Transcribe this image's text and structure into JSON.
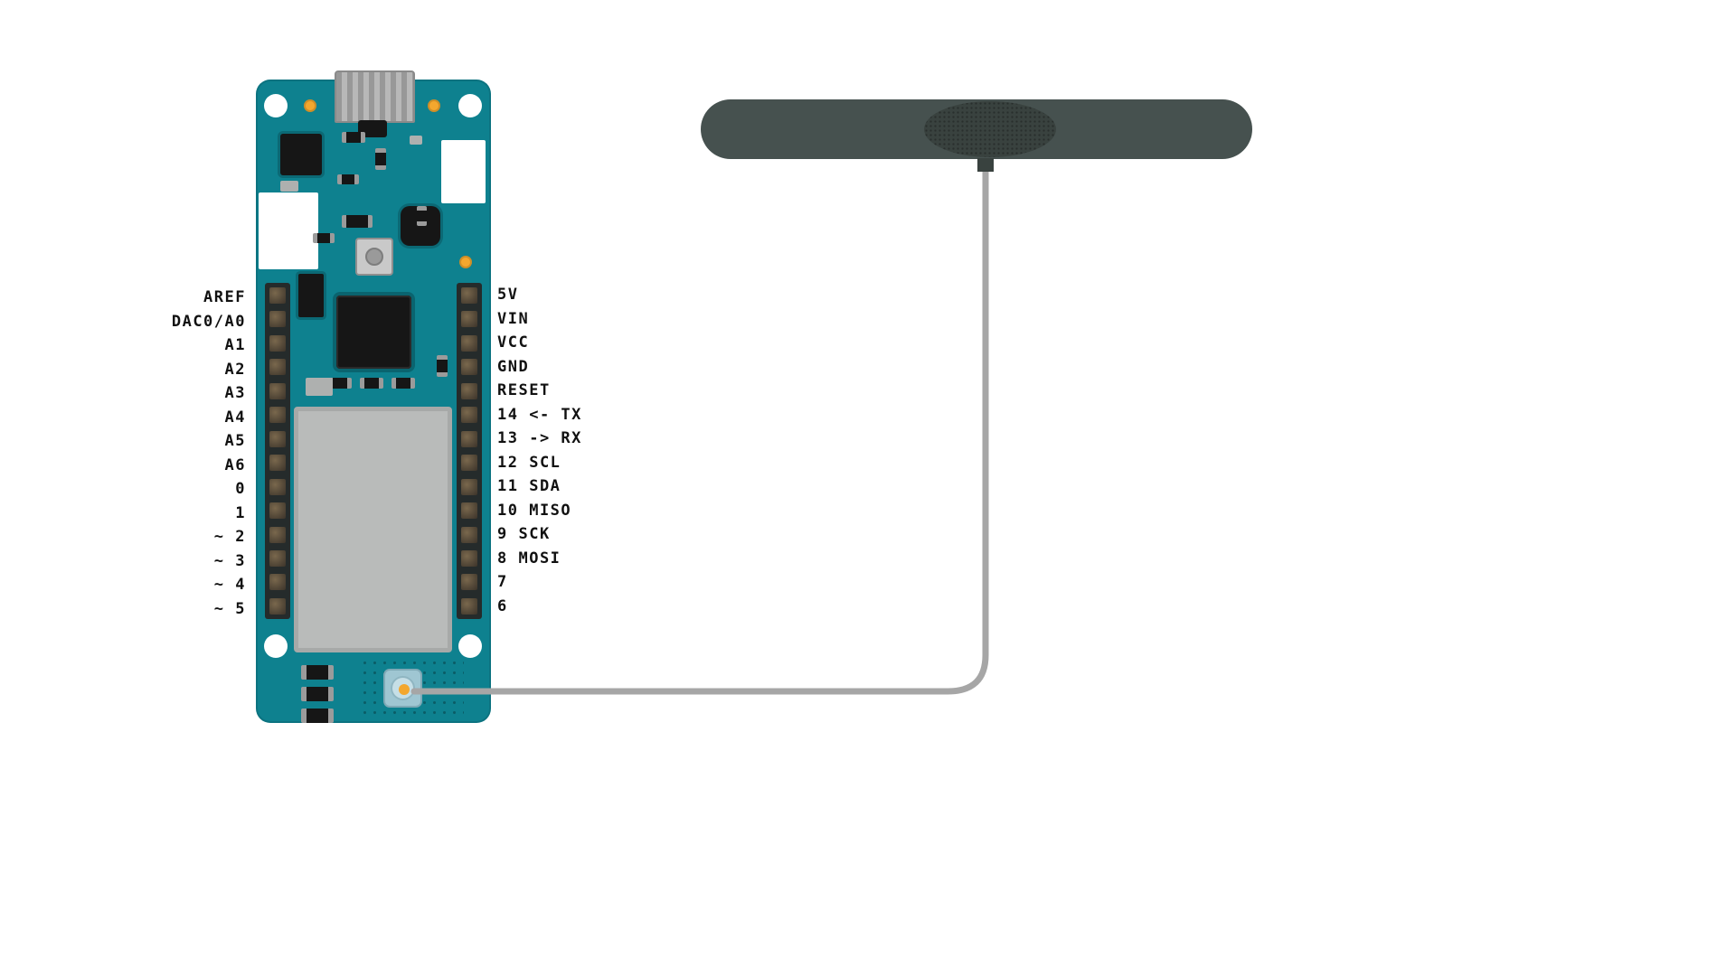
{
  "board": {
    "left_pins": [
      "AREF",
      "DAC0/A0",
      "A1",
      "A2",
      "A3",
      "A4",
      "A5",
      "A6",
      "0",
      "1",
      "~ 2",
      "~ 3",
      "~ 4",
      "~ 5"
    ],
    "right_pins": [
      "5V",
      "VIN",
      "VCC",
      "GND",
      "RESET",
      "14 <- TX",
      "13 -> RX",
      "12 SCL",
      "11 SDA",
      "10 MISO",
      "9 SCK",
      "8 MOSI",
      "7",
      "6"
    ]
  },
  "colors": {
    "board_teal": "#0e818f",
    "antenna_dark": "#46514f",
    "antenna_oval": "#39423f",
    "cable_gray": "#a6a6a6",
    "pad_gold": "#f3a72e",
    "shield_gray": "#b9bbba",
    "chip_black": "#161616",
    "label_color": "#111111"
  }
}
